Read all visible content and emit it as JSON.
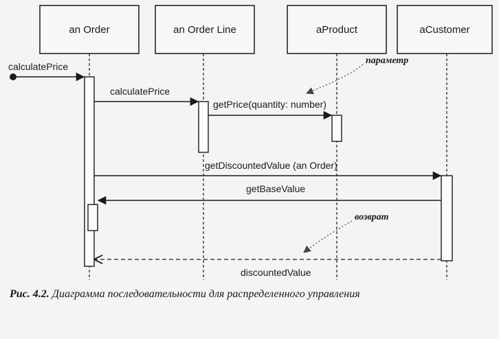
{
  "objects": [
    {
      "id": "order",
      "name": "an Order"
    },
    {
      "id": "orderline",
      "name": "an Order Line"
    },
    {
      "id": "product",
      "name": "aProduct"
    },
    {
      "id": "customer",
      "name": "aCustomer"
    }
  ],
  "messages": [
    {
      "id": "calc-price-found",
      "label": "calculatePrice",
      "from": "found",
      "to": "order",
      "kind": "sync"
    },
    {
      "id": "calc-price",
      "label": "calculatePrice",
      "from": "order",
      "to": "orderline",
      "kind": "sync"
    },
    {
      "id": "get-price",
      "label": "getPrice(quantity: number)",
      "from": "orderline",
      "to": "product",
      "kind": "sync"
    },
    {
      "id": "get-discounted-value",
      "label": "getDiscountedValue (an Order)",
      "from": "order",
      "to": "customer",
      "kind": "sync"
    },
    {
      "id": "get-base-value",
      "label": "getBaseValue",
      "from": "customer",
      "to": "order",
      "kind": "sync"
    },
    {
      "id": "discounted-value",
      "label": "discountedValue",
      "from": "customer",
      "to": "order",
      "kind": "return"
    }
  ],
  "annotations": [
    {
      "id": "parameter",
      "text": "параметр"
    },
    {
      "id": "return",
      "text": "возврат"
    }
  ],
  "caption": {
    "number": "Рис. 4.2.",
    "text": "Диаграмма последовательности для распределенного управления"
  }
}
